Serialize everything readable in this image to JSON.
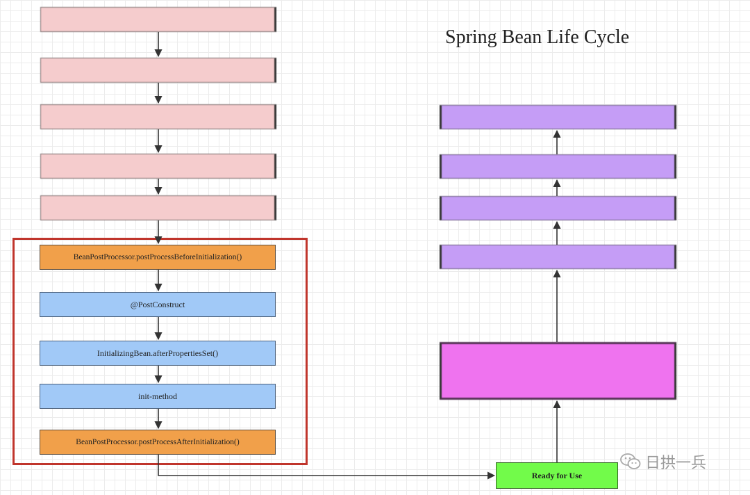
{
  "title": "Spring Bean Life Cycle",
  "left_column": {
    "blurred_steps": [
      "",
      "",
      "",
      "",
      ""
    ],
    "highlighted_steps": [
      {
        "label": "BeanPostProcessor.postProcessBeforeInitialization()",
        "color": "#f1a04a"
      },
      {
        "label": "@PostConstruct",
        "color": "#a1c9f7"
      },
      {
        "label": "InitializingBean.afterPropertiesSet()",
        "color": "#a1c9f7"
      },
      {
        "label": "init-method",
        "color": "#a1c9f7"
      },
      {
        "label": "BeanPostProcessor.postProcessAfterInitialization()",
        "color": "#f1a04a"
      }
    ],
    "frame_color": "#c0352c"
  },
  "right_column": {
    "steps": [
      "",
      "",
      "",
      ""
    ],
    "mid_label": "",
    "big_box": ""
  },
  "ready_box": {
    "label": "Ready for Use",
    "color": "#72fb4a"
  },
  "watermark": {
    "text": "日拱一兵",
    "icon": "wechat-icon"
  }
}
